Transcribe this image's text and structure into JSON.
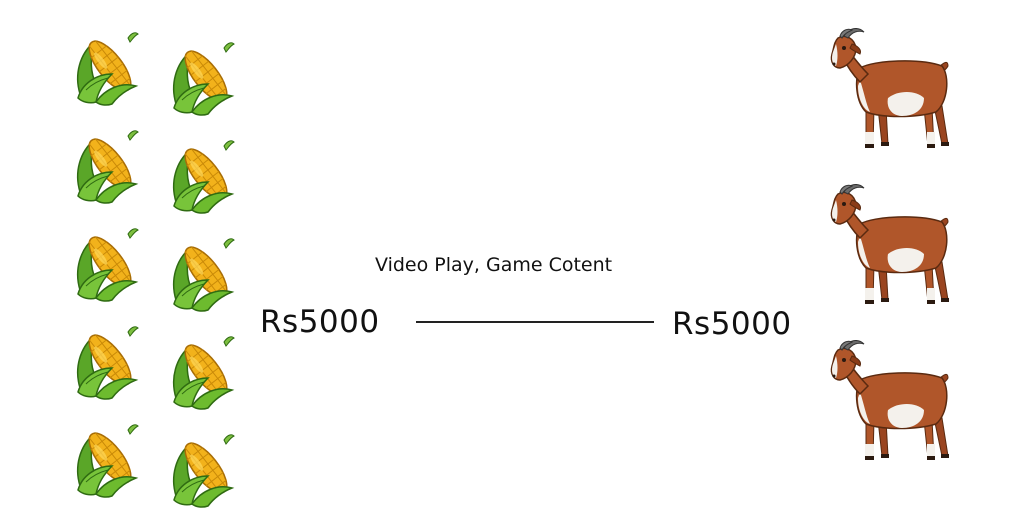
{
  "caption": "Video Play, Game Cotent",
  "left_price": "Rs5000",
  "right_price": "Rs5000",
  "icons": {
    "corn": "corn-icon",
    "goat": "goat-icon"
  },
  "colors": {
    "corn_kernel": "#f2b21b",
    "corn_husk": "#6dbb2e",
    "goat_body": "#b0562a",
    "goat_patch": "#f4f1ec"
  }
}
